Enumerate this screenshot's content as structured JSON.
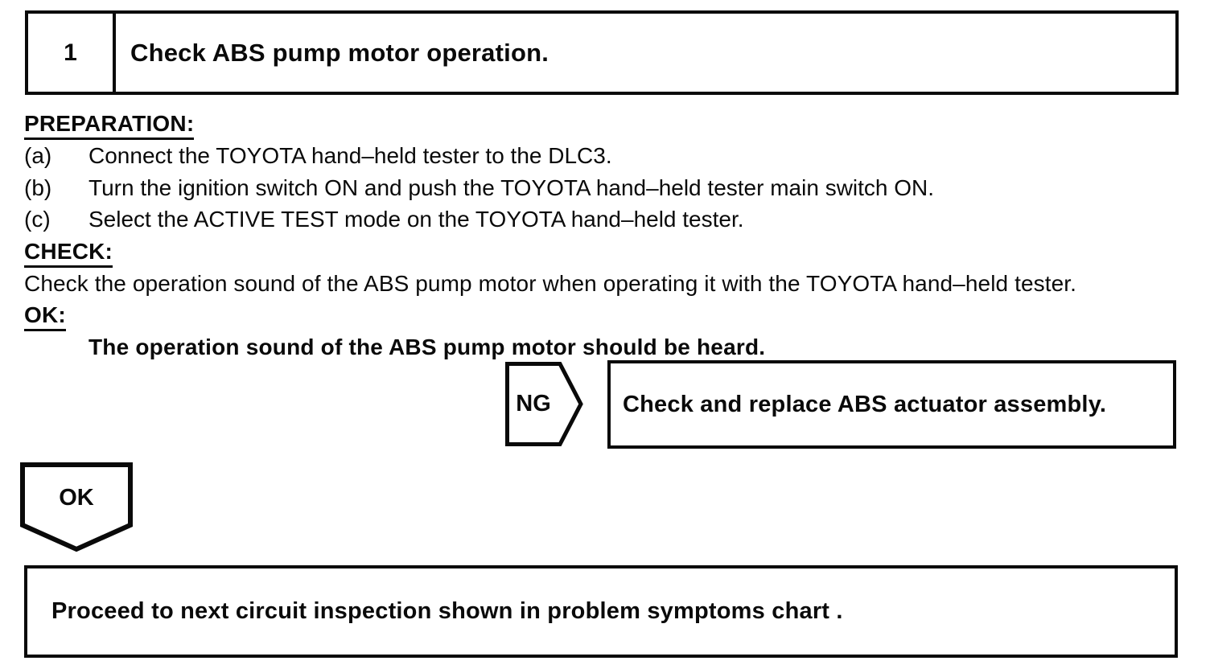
{
  "step_box": {
    "number": "1",
    "title": "Check ABS pump motor operation."
  },
  "sections": {
    "preparation": {
      "heading": "PREPARATION:",
      "items": [
        {
          "label": "(a)",
          "text": "Connect the TOYOTA hand–held tester to the DLC3."
        },
        {
          "label": "(b)",
          "text": "Turn the ignition switch ON and push the TOYOTA hand–held tester main switch ON."
        },
        {
          "label": "(c)",
          "text": "Select the ACTIVE TEST mode on the TOYOTA hand–held tester."
        }
      ]
    },
    "check": {
      "heading": "CHECK:",
      "text": "Check the operation sound of the ABS pump motor when operating it with the TOYOTA hand–held tester."
    },
    "ok": {
      "heading": "OK:",
      "text": "The operation sound of the ABS pump motor should be heard."
    }
  },
  "ng_branch": {
    "label": "NG",
    "result": "Check and replace ABS actuator assembly."
  },
  "ok_branch": {
    "label": "OK"
  },
  "footer_box": {
    "text": "Proceed to next circuit inspection shown in problem symptoms chart ."
  },
  "colors": {
    "ink": "#0a0a0a",
    "paper": "#ffffff"
  }
}
